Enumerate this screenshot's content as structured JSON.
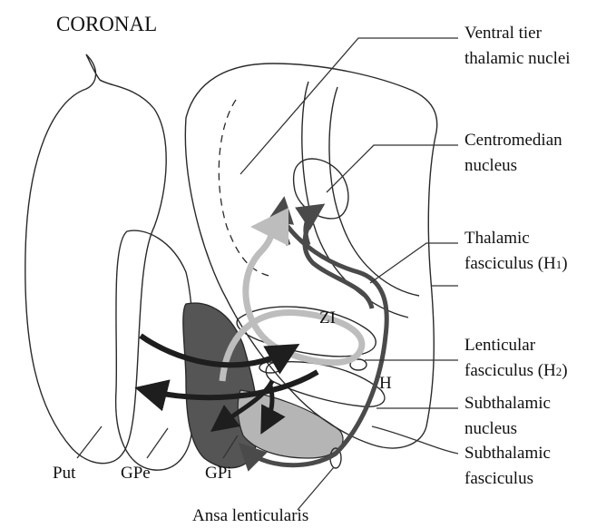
{
  "title": "CORONAL",
  "labels": {
    "ventral_tier_line1": "Ventral tier",
    "ventral_tier_line2": "thalamic nuclei",
    "centromedian_line1": "Centromedian",
    "centromedian_line2": "nucleus",
    "thalamic_fasc_line1": "Thalamic",
    "thalamic_fasc_line2": "fasciculus (H",
    "thalamic_fasc_sub": "1",
    "lenticular_fasc_line1": "Lenticular",
    "lenticular_fasc_line2": "fasciculus (H",
    "lenticular_fasc_sub": "2",
    "subthalamic_nucleus_line1": "Subthalamic",
    "subthalamic_nucleus_line2": "nucleus",
    "subthalamic_fasc_line1": "Subthalamic",
    "subthalamic_fasc_line2": "fasciculus",
    "ansa": "Ansa lenticularis",
    "put": "Put",
    "gpe": "GPe",
    "gpi": "GPi",
    "zi": "ZI",
    "h": "H",
    "close_paren": ")"
  },
  "colors": {
    "outline": "#2a2a2a",
    "gpi_fill": "#555555",
    "stn_fill": "#b5b5b5",
    "dark_pathway": "#1e1e1e",
    "medium_pathway": "#4a4a4a",
    "light_pathway": "#bdbdbd"
  }
}
